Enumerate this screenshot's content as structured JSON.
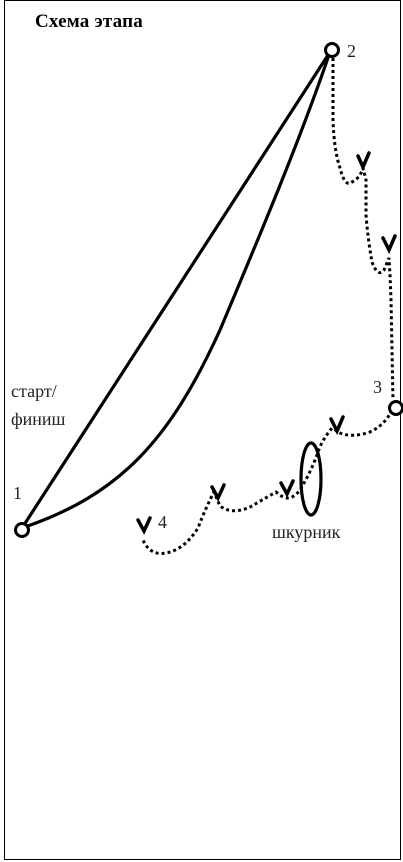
{
  "title": "Схема этапа",
  "labels": {
    "start_finish_line1": "старт/",
    "start_finish_line2": "финиш",
    "point1": "1",
    "point2": "2",
    "point3": "3",
    "point4": "4",
    "shkurnik": "шкурник"
  },
  "colors": {
    "line": "#000000",
    "text": "#222222",
    "background": "#ffffff"
  }
}
